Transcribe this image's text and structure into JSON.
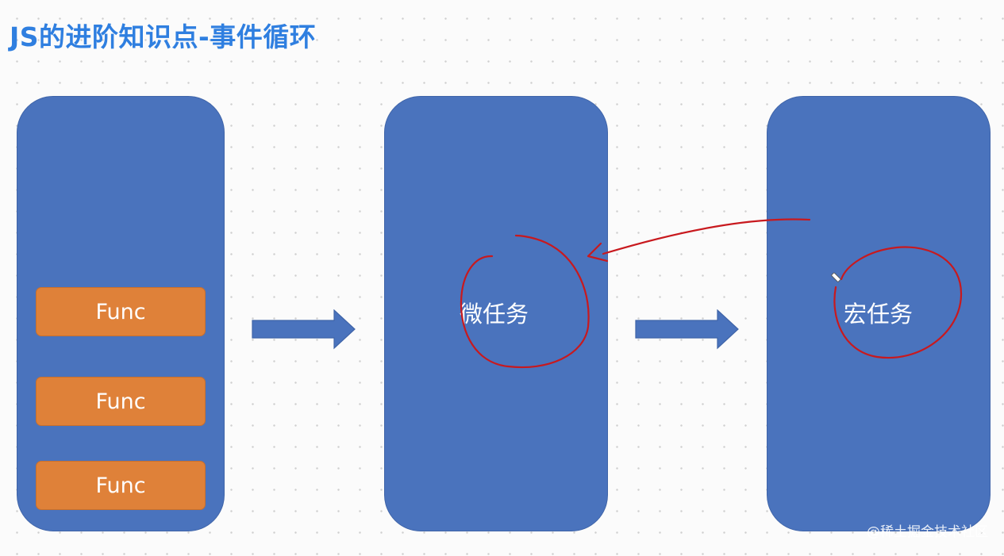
{
  "title": "JS的进阶知识点-事件循环",
  "stack_panel": {
    "items": [
      "Func",
      "Func",
      "Func"
    ]
  },
  "micro_panel": {
    "label": "微任务"
  },
  "macro_panel": {
    "label": "宏任务"
  },
  "watermark": "@稀土掘金技术社区",
  "colors": {
    "title": "#2f7fe0",
    "panel": "#4a73bd",
    "func_box": "#df8139",
    "annotation": "#c8191e"
  }
}
